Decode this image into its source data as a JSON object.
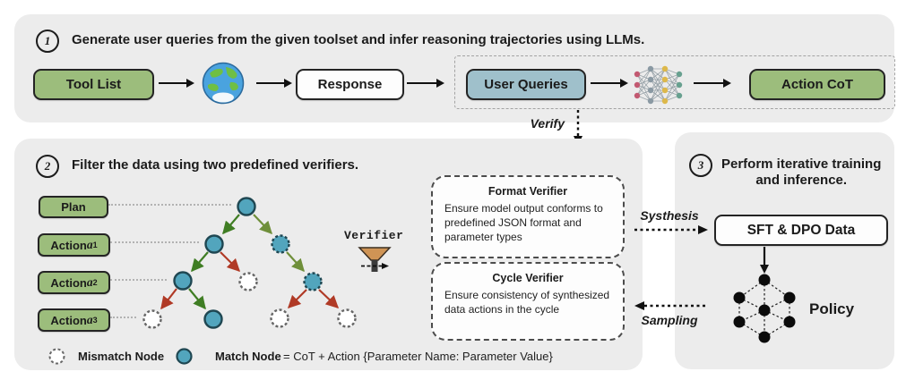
{
  "colors": {
    "panel_bg": "#ececec",
    "green_fill": "#9cbd7c",
    "blue_fill": "#9fc0cb",
    "node_blue": "#52a5bd",
    "arrow_green": "#3f7d23",
    "arrow_olive": "#6f8f3a",
    "arrow_red": "#b03a26"
  },
  "section1": {
    "number": "1",
    "title": "Generate user queries from the given toolset and infer reasoning trajectories using LLMs.",
    "flow": {
      "tool_list": "Tool List",
      "response": "Response",
      "user_queries": "User Queries",
      "action_cot": "Action CoT"
    },
    "verify_label": "Verify"
  },
  "section2": {
    "number": "2",
    "title": "Filter the data using two predefined verifiers.",
    "tree_labels": [
      {
        "label": "Plan"
      },
      {
        "prefix": "Action ",
        "var": "a",
        "sub": "1"
      },
      {
        "prefix": "Action ",
        "var": "a",
        "sub": "2"
      },
      {
        "prefix": "Action ",
        "var": "a",
        "sub": "3"
      }
    ],
    "verifier_label": "Verifier",
    "format_verifier": {
      "title": "Format Verifier",
      "body": "Ensure model output conforms to predefined JSON format and parameter types"
    },
    "cycle_verifier": {
      "title": "Cycle Verifier",
      "body": "Ensure consistency of synthesized data actions in the cycle"
    },
    "legend": {
      "mismatch": "Mismatch Node",
      "match": "Match Node",
      "equation": "= CoT + Action {Parameter Name: Parameter Value}"
    }
  },
  "section3": {
    "number": "3",
    "title_line1": "Perform iterative training",
    "title_line2": "and inference.",
    "sft_dpo": "SFT & DPO Data",
    "policy": "Policy",
    "synthesis_label": "Systhesis",
    "sampling_label": "Sampling"
  }
}
